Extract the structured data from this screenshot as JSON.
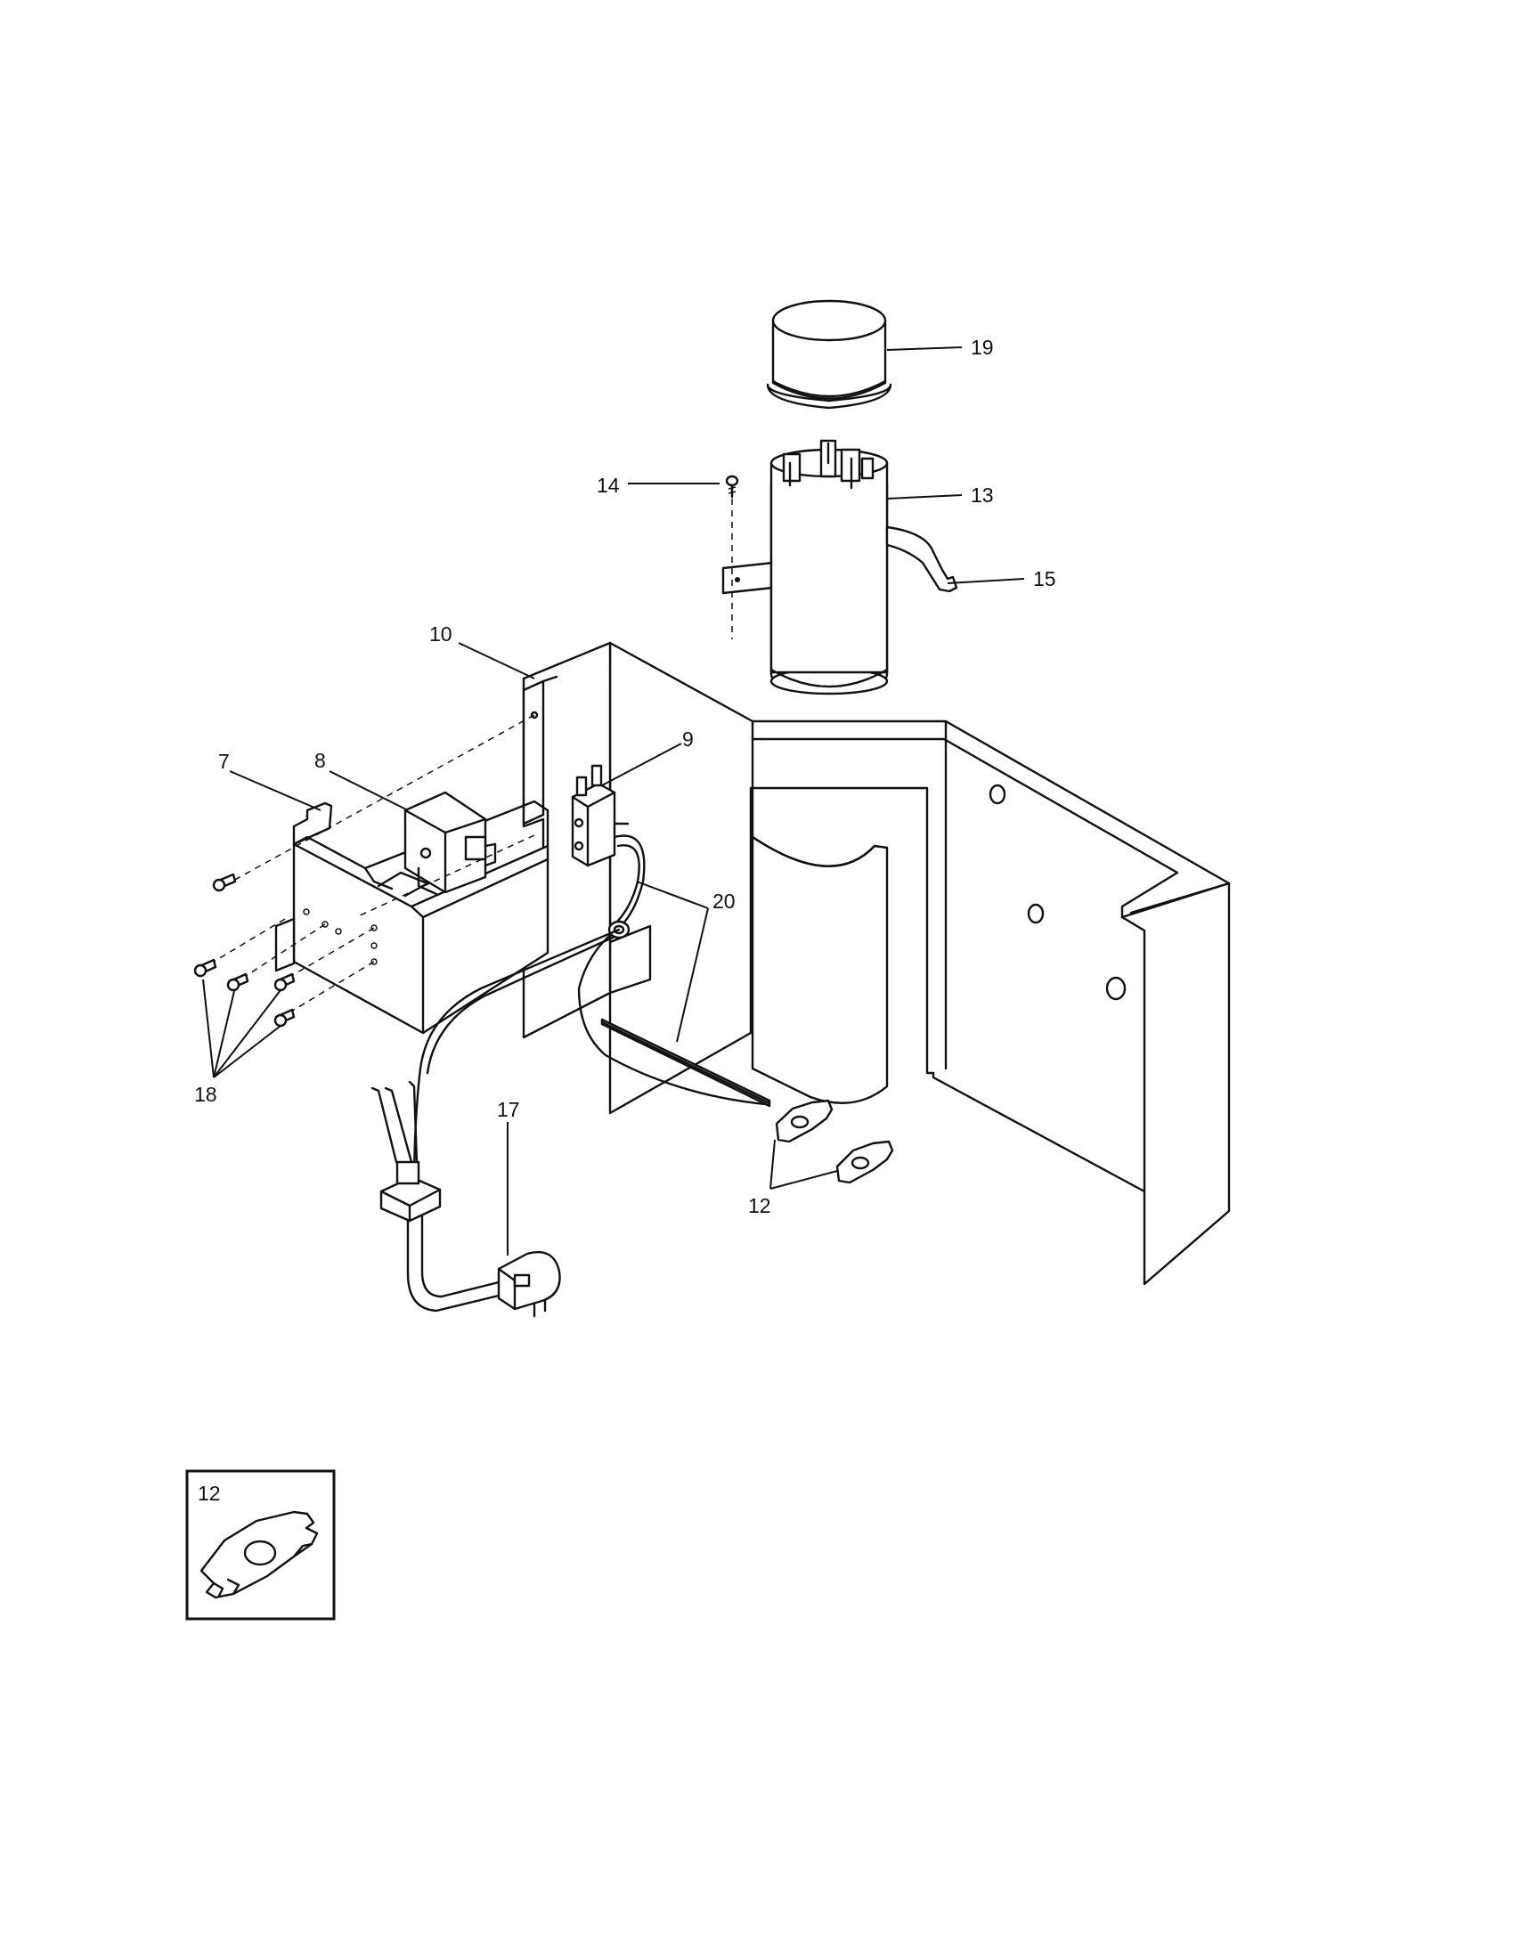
{
  "callouts": {
    "c19": "19",
    "c14": "14",
    "c13": "13",
    "c15": "15",
    "c10": "10",
    "c9": "9",
    "c7": "7",
    "c8": "8",
    "c20": "20",
    "c18": "18",
    "c17": "17",
    "c12": "12"
  },
  "inset": {
    "label": "12"
  },
  "colors": {
    "ink": "#111111",
    "paper": "#ffffff"
  }
}
